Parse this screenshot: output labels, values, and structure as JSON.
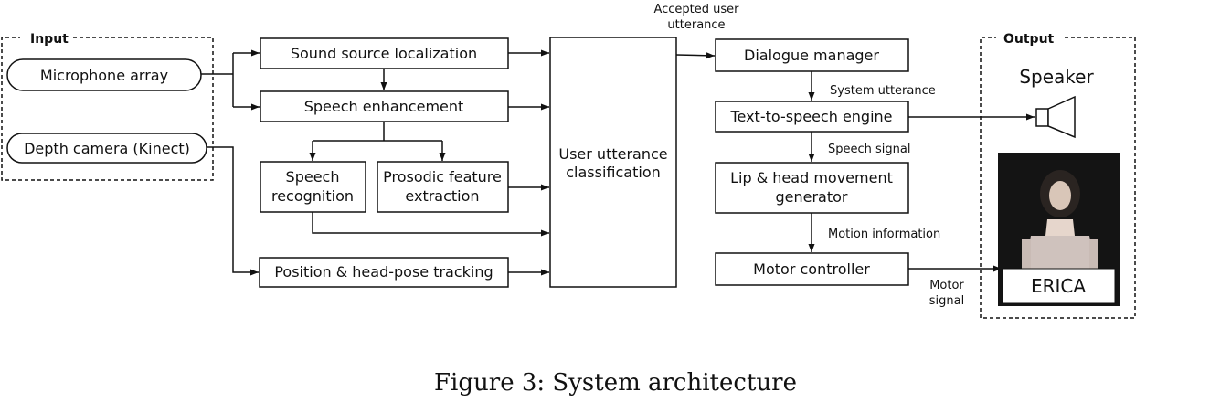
{
  "input_group": {
    "title": "Input"
  },
  "output_group": {
    "title": "Output"
  },
  "inputs": {
    "mic": "Microphone array",
    "depth": "Depth camera (Kinect)"
  },
  "modules": {
    "ssl": "Sound source localization",
    "se": "Speech enhancement",
    "sr": [
      "Speech",
      "recognition"
    ],
    "pfe": [
      "Prosodic feature",
      "extraction"
    ],
    "pht": "Position & head-pose tracking",
    "uuc": [
      "User utterance",
      "classification"
    ],
    "dm": "Dialogue manager",
    "tts": "Text-to-speech engine",
    "lip": [
      "Lip & head movement",
      "generator"
    ],
    "mc": "Motor controller"
  },
  "edge_labels": {
    "accepted": [
      "Accepted user",
      "utterance"
    ],
    "system_utterance": "System utterance",
    "speech_signal": "Speech signal",
    "motion_info": "Motion information",
    "motor_signal": [
      "Motor",
      "signal"
    ]
  },
  "outputs": {
    "speaker": "Speaker",
    "robot": "ERICA"
  },
  "caption": "Figure 3: System architecture"
}
